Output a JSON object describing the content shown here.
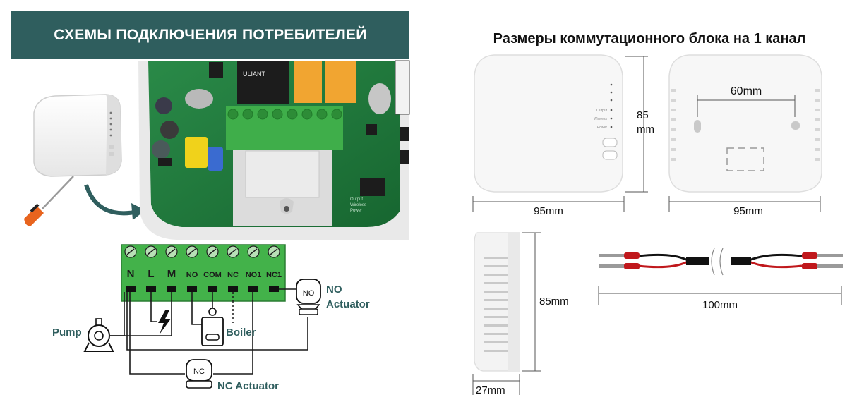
{
  "left": {
    "banner_title": "СХЕМЫ ПОДКЛЮЧЕНИЯ ПОТРЕБИТЕЛЕЙ",
    "terminals": [
      "N",
      "L",
      "M",
      "NO",
      "COM",
      "NC",
      "NO1",
      "NC1"
    ],
    "labels": {
      "pump": "Pump",
      "boiler": "Boiler",
      "no_actuator_line1": "NO",
      "no_actuator_line2": "Actuator",
      "no_actuator_badge": "NO",
      "nc_actuator": "NC Actuator",
      "nc_actuator_badge": "NC"
    },
    "pcb": {
      "relay1_text": "ULIANT",
      "led_labels": [
        "Output",
        "Wireless",
        "Power"
      ]
    }
  },
  "right": {
    "title": "Размеры коммутационного блока на 1 канал",
    "device_led_labels": [
      "Output",
      "Wireless",
      "Power"
    ],
    "dims": {
      "front_width": "95mm",
      "front_height_line1": "85",
      "front_height_line2": "mm",
      "back_width": "95mm",
      "mount_spacing": "60mm",
      "side_height": "85mm",
      "side_depth": "27mm",
      "cable_length": "100mm"
    }
  },
  "colors": {
    "banner_bg": "#2f5e5e",
    "pcb_green": "#1f7a3a",
    "terminal_green": "#43b24a",
    "text_teal": "#2f5e5e",
    "wire_red": "#c0181c"
  }
}
